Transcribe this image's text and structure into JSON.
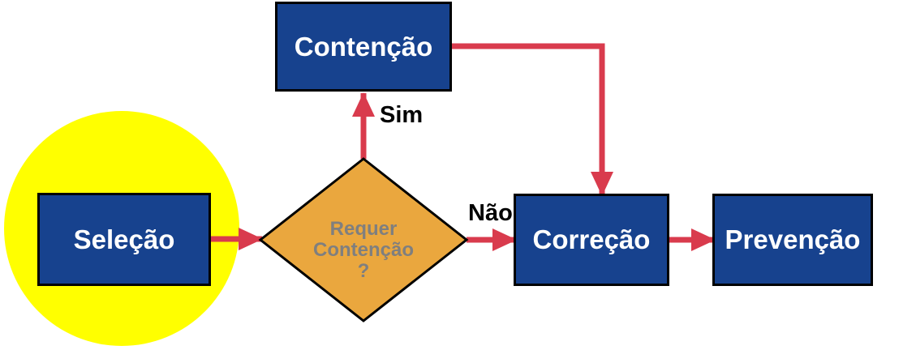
{
  "diagram": {
    "type": "flowchart",
    "nodes": {
      "selecao": {
        "label": "Seleção",
        "shape": "rectangle",
        "highlighted": true
      },
      "contencao": {
        "label": "Contenção",
        "shape": "rectangle"
      },
      "decision": {
        "lines": [
          "Requer",
          "Contenção",
          "?"
        ],
        "shape": "diamond"
      },
      "correcao": {
        "label": "Correção",
        "shape": "rectangle"
      },
      "prevencao": {
        "label": "Prevenção",
        "shape": "rectangle"
      }
    },
    "edges": {
      "selecao_to_decision": {
        "from": "selecao",
        "to": "decision",
        "label": ""
      },
      "decision_to_contencao": {
        "from": "decision",
        "to": "contencao",
        "label": "Sim"
      },
      "decision_to_correcao": {
        "from": "decision",
        "to": "correcao",
        "label": "Não"
      },
      "contencao_to_correcao": {
        "from": "contencao",
        "to": "correcao",
        "label": ""
      },
      "correcao_to_prevencao": {
        "from": "correcao",
        "to": "prevencao",
        "label": ""
      }
    },
    "labels": {
      "sim": "Sim",
      "nao": "Não"
    }
  },
  "colors": {
    "box_fill": "#17428E",
    "diamond_fill": "#EAA73E",
    "arrow_red": "#D93B4D",
    "highlight_yellow": "#FFFF00",
    "diamond_text": "#7F7F7F",
    "box_text": "#FFFFFF",
    "border_color": "#000000",
    "bg": "#FFFFFF"
  }
}
